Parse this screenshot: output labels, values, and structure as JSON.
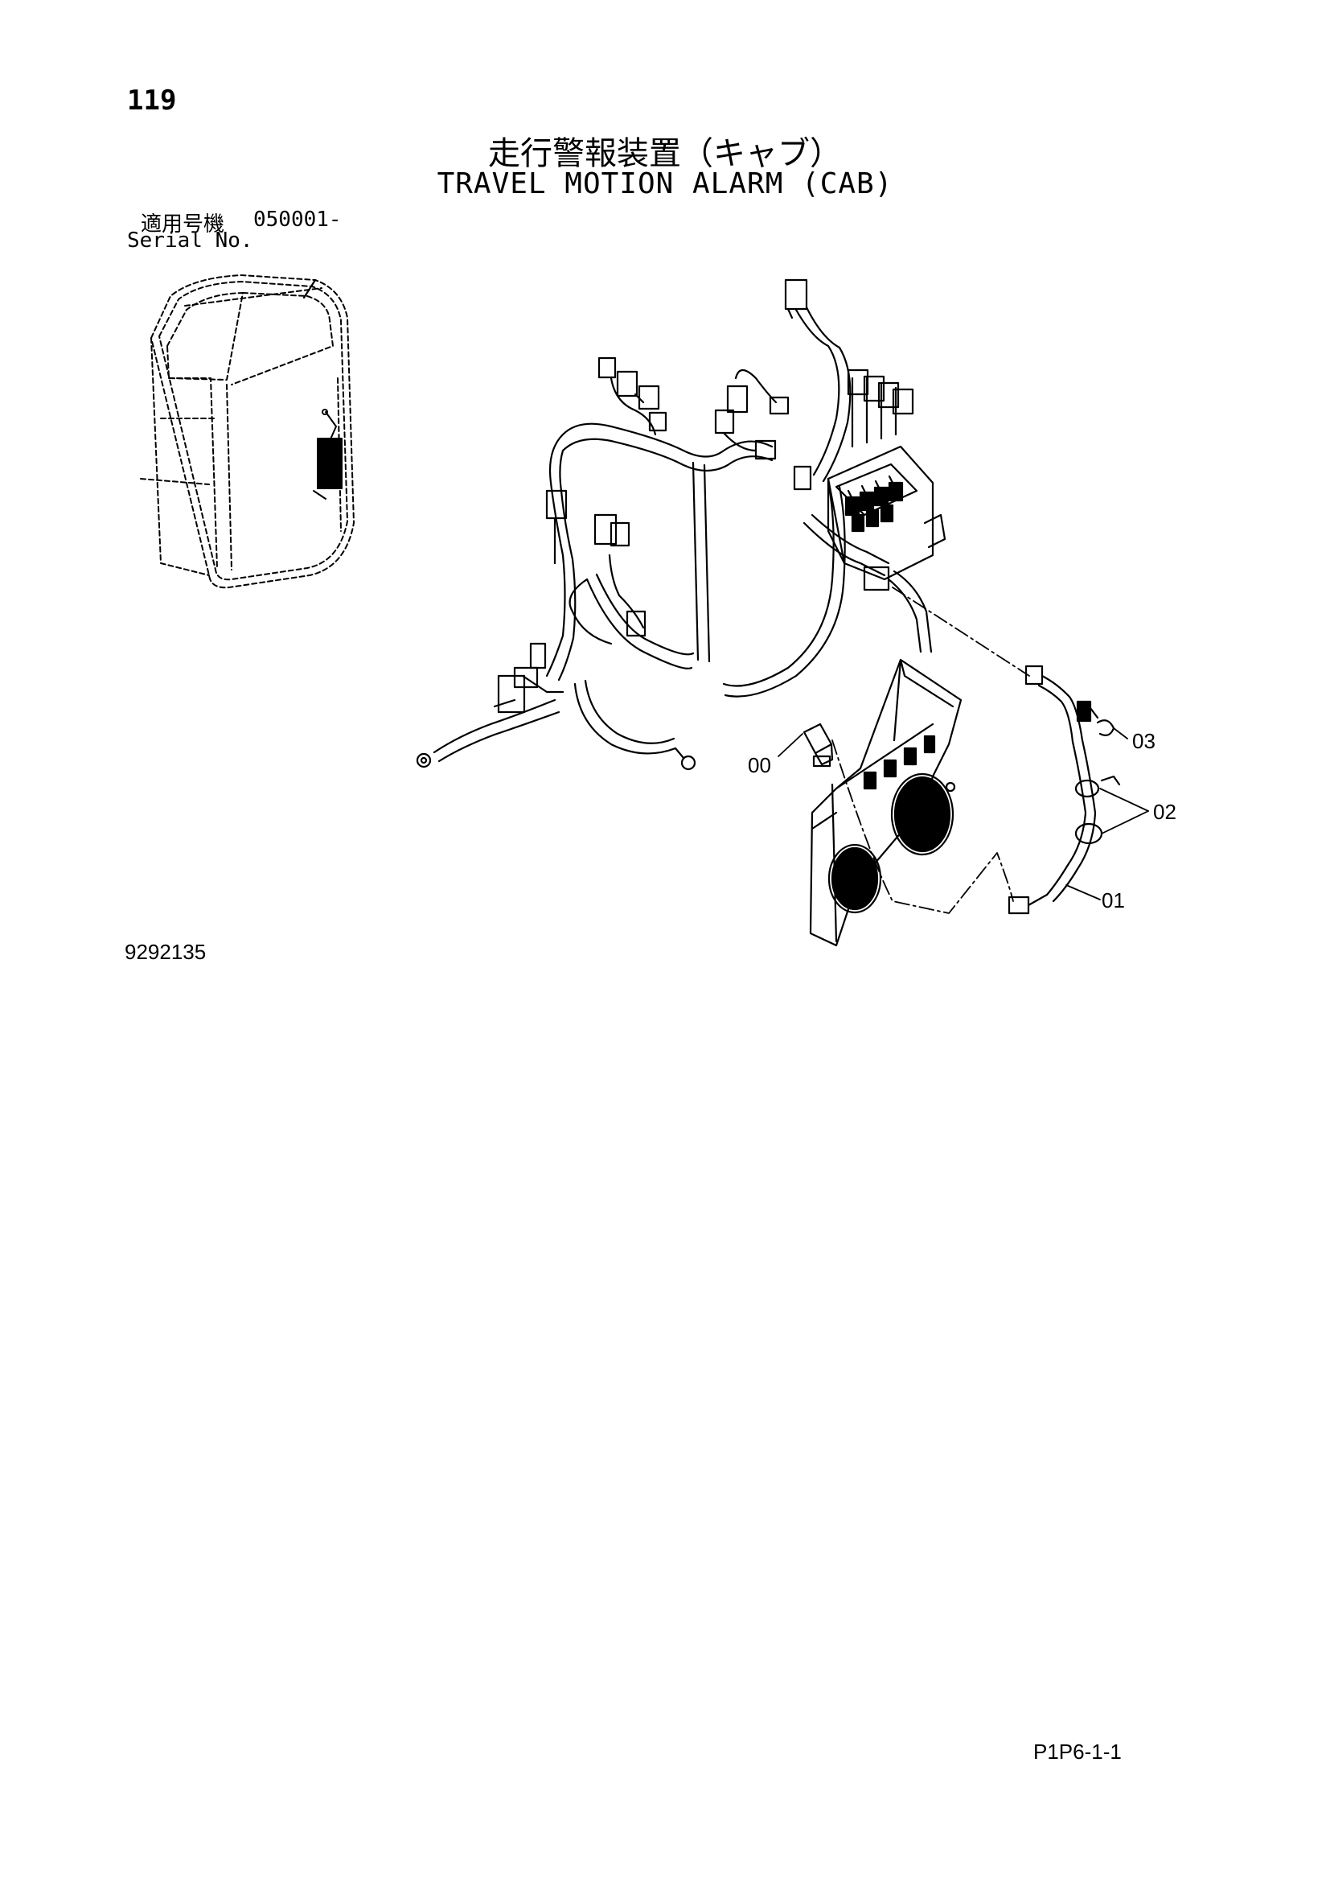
{
  "header": {
    "page_number": "119",
    "title_jp": "走行警報装置（キャブ）",
    "title_en": "TRAVEL MOTION ALARM (CAB)"
  },
  "serial": {
    "jp_label": "適用号機",
    "value": "050001-",
    "en_label": "Serial No."
  },
  "callouts": [
    {
      "label": "00"
    },
    {
      "label": "01"
    },
    {
      "label": "02"
    },
    {
      "label": "03"
    }
  ],
  "footer": {
    "figure_id": "9292135",
    "doc_code": "P1P6-1-1"
  }
}
